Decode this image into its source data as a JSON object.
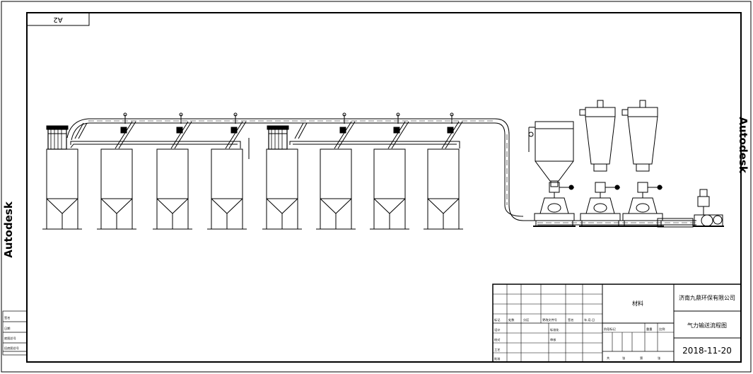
{
  "watermark": {
    "text": "Autodesk"
  },
  "sheet": {
    "size_label": "A2"
  },
  "title_block": {
    "company": "济南九鼎环保有限公司",
    "drawing_name": "气力输送流程图",
    "material_label": "材料",
    "date": "2018-11-20",
    "tiny_labels": [
      "标记",
      "处数",
      "分区",
      "更改文件号",
      "签名",
      "年.月.日",
      "设计",
      "标准化",
      "阶段标记",
      "重量",
      "比例",
      "校对",
      "审核",
      "工艺",
      "批准",
      "共",
      "张",
      "第",
      "张"
    ]
  },
  "left_strip": {
    "labels": [
      "签名",
      "日期",
      "底图总号",
      "旧底图总号"
    ]
  },
  "process": {
    "storage_silos": 8,
    "dust_collectors_on_silos": 2,
    "cyclone_receivers": 2,
    "baghouse_filters": 1,
    "pneumatic_pumps": 3,
    "blower": 1
  }
}
